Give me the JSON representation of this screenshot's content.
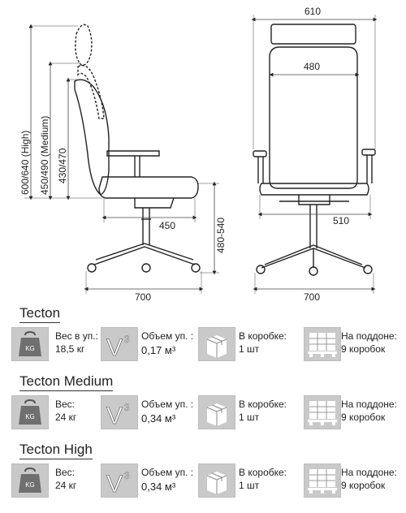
{
  "dimensions": {
    "top_width": "610",
    "headrest_width": "480",
    "seat_width": "510",
    "seat_depth": "450",
    "base_side": "700",
    "base_front": "700",
    "seat_height": "480-540",
    "back_high": "600/640 (High)",
    "back_medium": "450/490 (Medium)",
    "back_low": "430/470"
  },
  "products": [
    {
      "name": "Tecton",
      "weight_label": "Вес в уп.:",
      "weight_value": "18,5 кг",
      "volume_label": "Объем уп. :",
      "volume_value": "0,17 м³",
      "box_label": "В коробке:",
      "box_value": "1 шт",
      "pallet_label": "На поддоне:",
      "pallet_value": "9 коробок"
    },
    {
      "name": "Tecton Medium",
      "weight_label": "Вес:",
      "weight_value": "24 кг",
      "volume_label": "Объем уп. :",
      "volume_value": "0,34 м³",
      "box_label": "В коробке:",
      "box_value": "1 шт",
      "pallet_label": "На поддоне:",
      "pallet_value": "9 коробок"
    },
    {
      "name": "Tecton High",
      "weight_label": "Вес:",
      "weight_value": "24 кг",
      "volume_label": "Объем уп. :",
      "volume_value": "0,34 м³",
      "box_label": "В коробке:",
      "box_value": "1 шт",
      "pallet_label": "На поддоне:",
      "pallet_value": "9 коробок"
    }
  ],
  "icons": {
    "weight": "kettlebell-kg-icon",
    "volume": "volume-v3-icon",
    "box": "box-icon",
    "pallet": "pallet-icon",
    "weight_glyph": "KG",
    "volume_glyph": "V",
    "volume_exp": "3"
  },
  "colors": {
    "icon_bg": "#c9c9c9",
    "line": "#222222"
  }
}
